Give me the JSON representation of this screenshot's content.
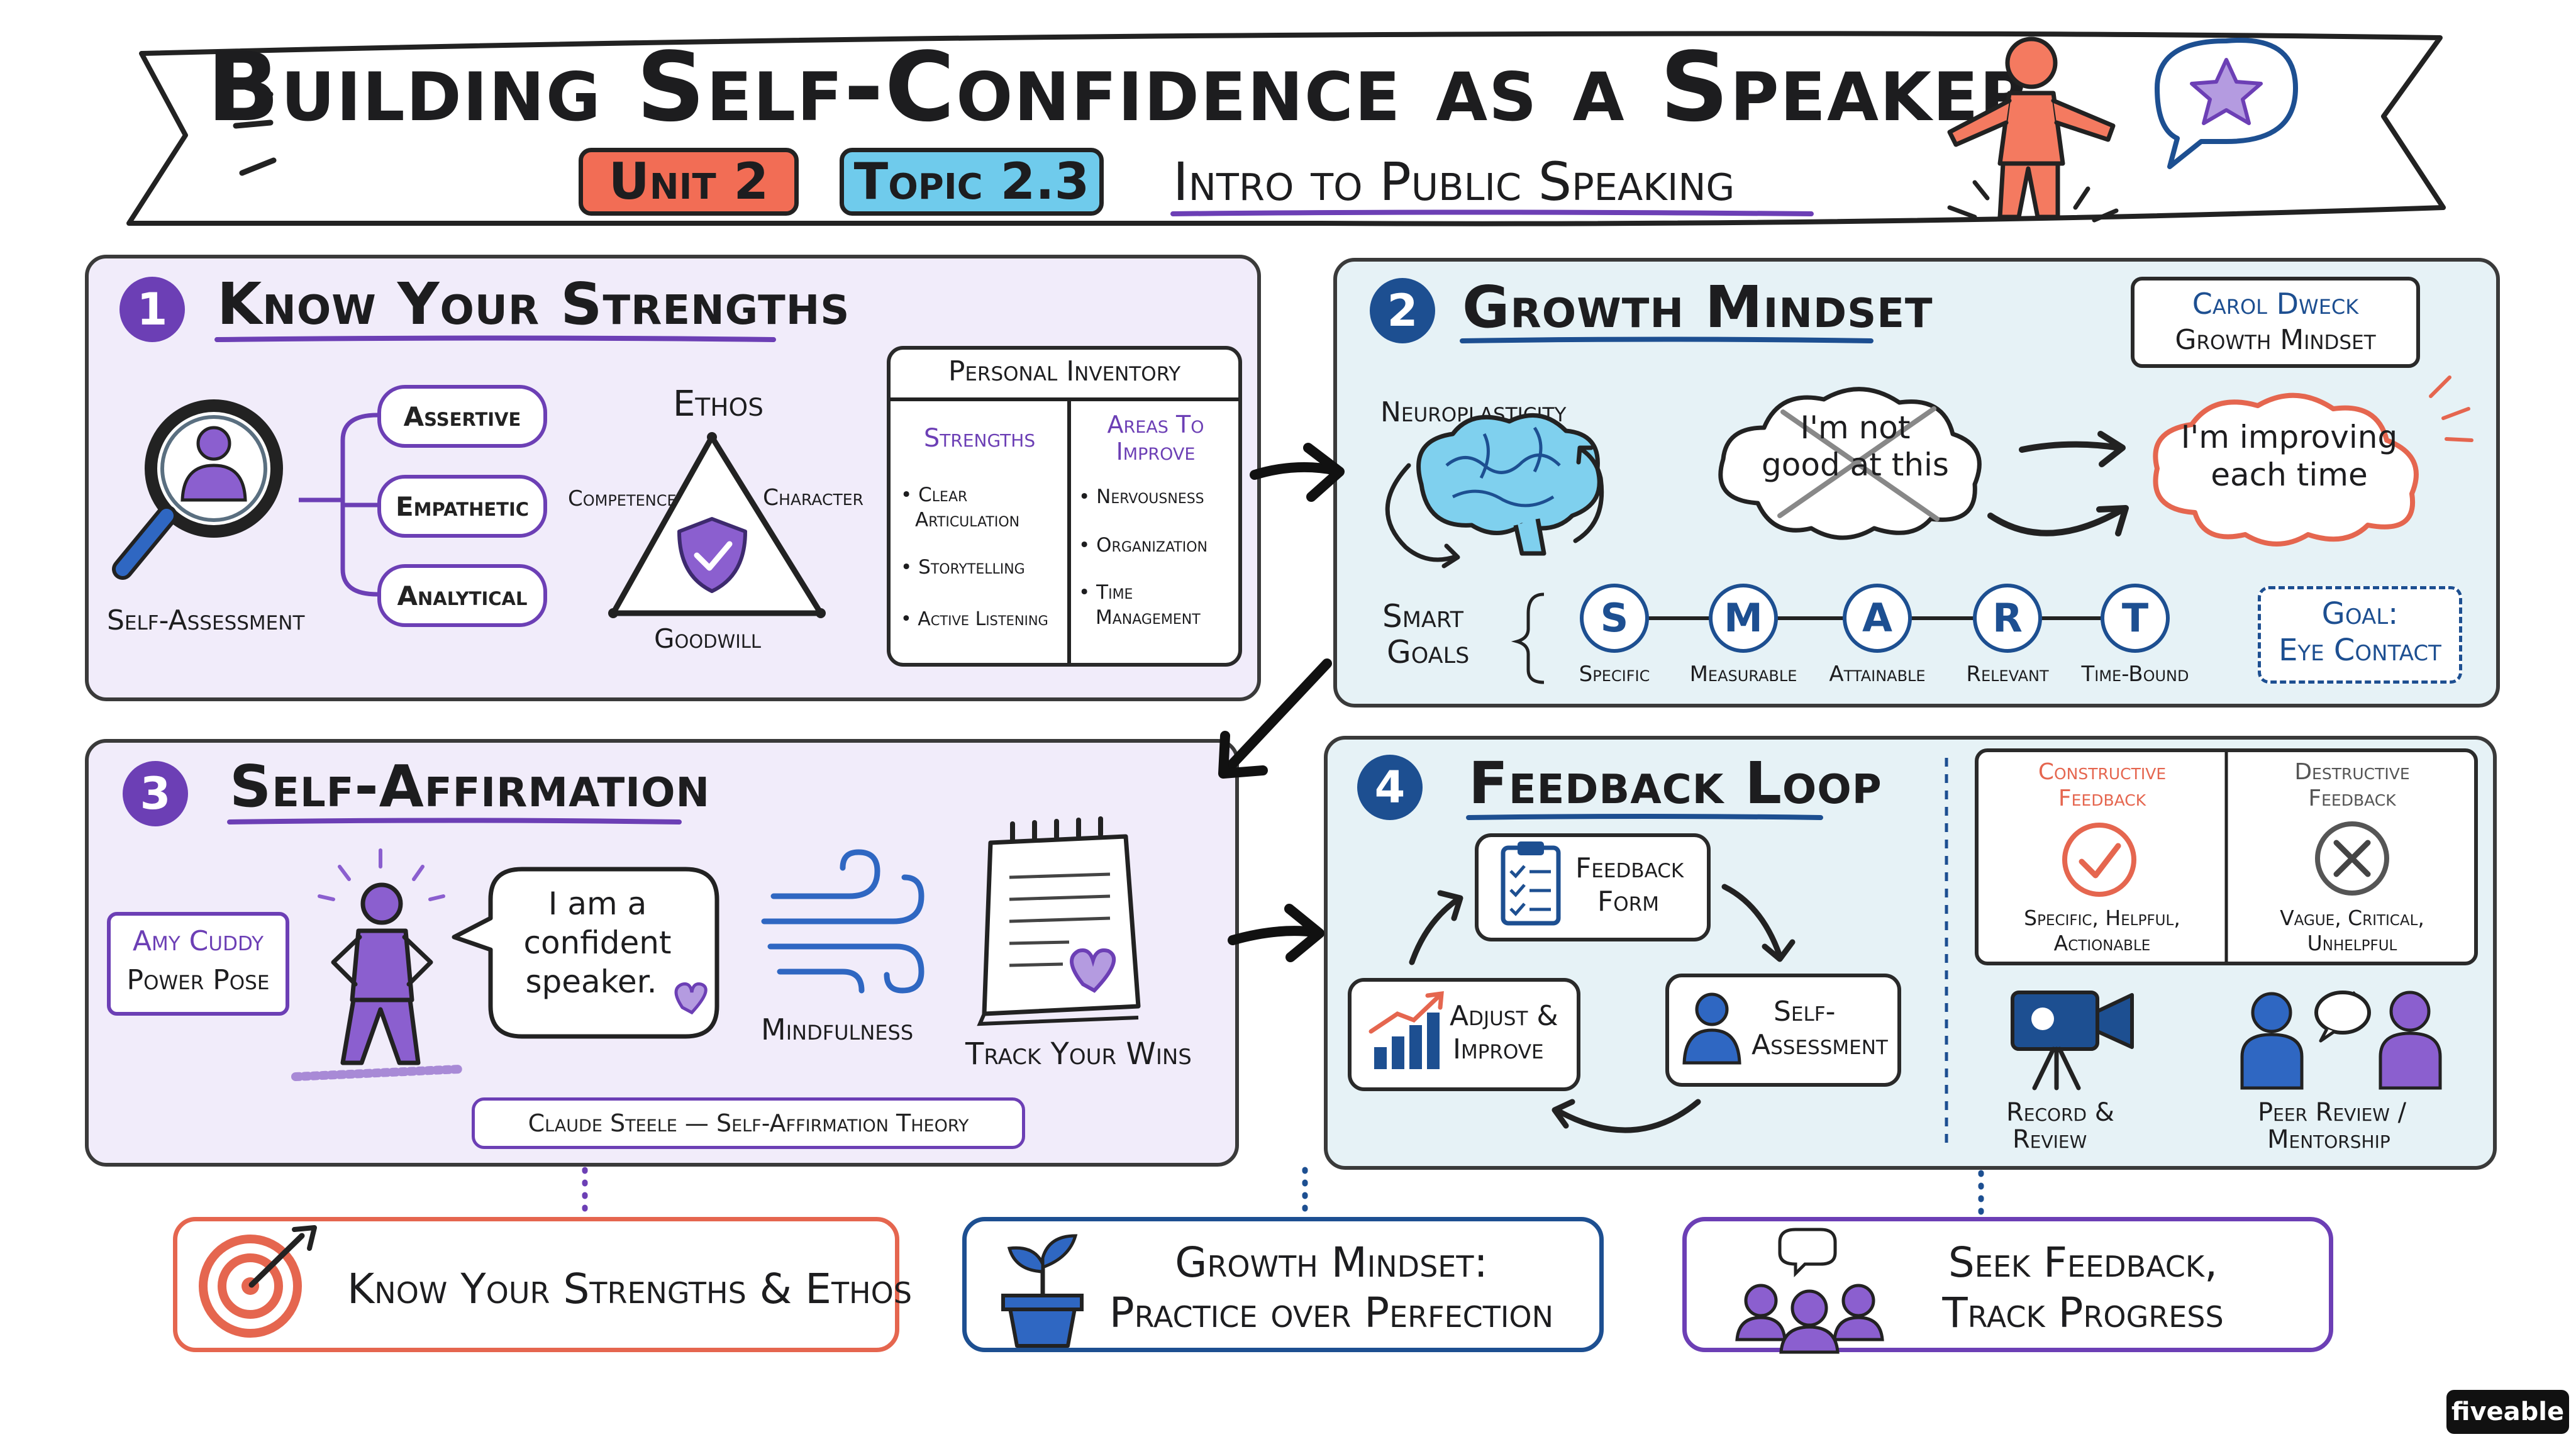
{
  "header": {
    "title": "Building Self-Confidence as a Speaker",
    "unit_tag": "Unit 2",
    "topic_tag": "Topic 2.3",
    "course": "Intro to Public Speaking"
  },
  "panel1": {
    "number": "1",
    "title": "Know Your Strengths",
    "self_assessment": "Self-Assessment",
    "traits": [
      "Assertive",
      "Empathetic",
      "Analytical"
    ],
    "ethos": {
      "title": "Ethos",
      "left": "Competence",
      "right": "Character",
      "bottom": "Goodwill"
    },
    "inventory": {
      "title": "Personal Inventory",
      "col1_header": "Strengths",
      "col2_header_line1": "Areas To",
      "col2_header_line2": "Improve",
      "strengths": [
        [
          "• Clear",
          "Articulation"
        ],
        [
          "• Storytelling"
        ],
        [
          "• Active Listening"
        ]
      ],
      "improve": [
        [
          "• Nervousness"
        ],
        [
          "• Organization"
        ],
        [
          "• Time",
          "Management"
        ]
      ]
    }
  },
  "panel2": {
    "number": "2",
    "title": "Growth Mindset",
    "dweck_line1": "Carol Dweck",
    "dweck_line2": "Growth Mindset",
    "neuroplasticity": "Neuroplasticity",
    "fixed_line1": "I'm not",
    "fixed_line2": "good at this",
    "growth_line1": "I'm improving",
    "growth_line2": "each time",
    "smart_line1": "Smart",
    "smart_line2": "Goals",
    "smart_letters": [
      "S",
      "M",
      "A",
      "R",
      "T"
    ],
    "smart_words": [
      "Specific",
      "Measurable",
      "Attainable",
      "Relevant",
      "Time-Bound"
    ],
    "goal_line1": "Goal:",
    "goal_line2": "Eye Contact"
  },
  "panel3": {
    "number": "3",
    "title": "Self-Affirmation",
    "cuddy_line1": "Amy Cuddy",
    "cuddy_line2": "Power Pose",
    "speech_line1": "I am a",
    "speech_line2": "confident",
    "speech_line3": "speaker.",
    "mindfulness": "Mindfulness",
    "track": "Track Your Wins",
    "steele": "Claude Steele — Self-Affirmation Theory"
  },
  "panel4": {
    "number": "4",
    "title": "Feedback Loop",
    "form_line1": "Feedback",
    "form_line2": "Form",
    "adjust_line1": "Adjust &",
    "adjust_line2": "Improve",
    "selfa_line1": "Self-",
    "selfa_line2": "Assessment",
    "constructive_line1": "Constructive",
    "constructive_line2": "Feedback",
    "constructive_desc_line1": "Specific, Helpful,",
    "constructive_desc_line2": "Actionable",
    "destructive_line1": "Destructive",
    "destructive_line2": "Feedback",
    "destructive_desc_line1": "Vague, Critical,",
    "destructive_desc_line2": "Unhelpful",
    "record_line1": "Record &",
    "record_line2": "Review",
    "peer_line1": "Peer Review /",
    "peer_line2": "Mentorship"
  },
  "bottom": {
    "b1": "Know Your Strengths & Ethos",
    "b2_line1": "Growth Mindset:",
    "b2_line2": "Practice over Perfection",
    "b3_line1": "Seek Feedback,",
    "b3_line2": "Track Progress"
  },
  "brand": "fiveable",
  "colors": {
    "purple": "#6c3fb5",
    "purple_bg": "#f1ecfa",
    "blue": "#1d4f91",
    "blue_bg": "#e6f2f6",
    "coral": "#e5664f",
    "cyan": "#5ec3e8"
  }
}
